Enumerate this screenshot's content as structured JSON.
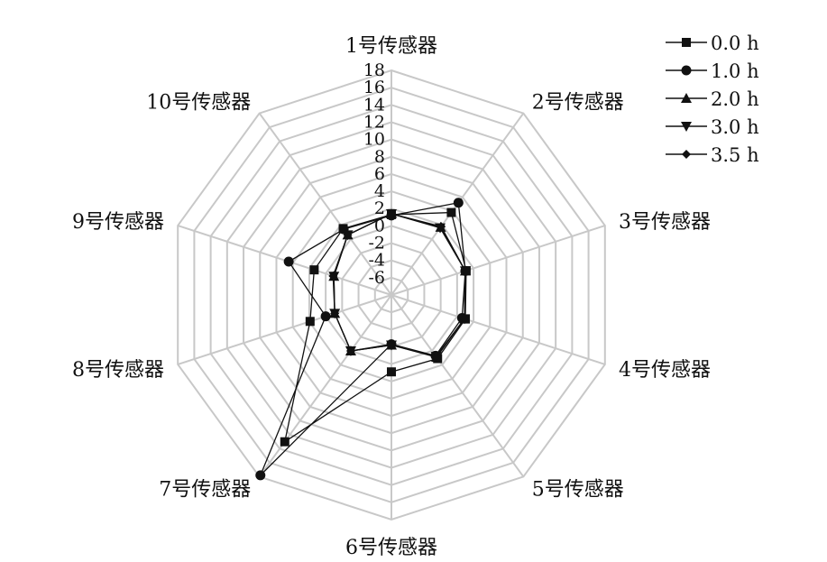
{
  "chart_data": {
    "type": "radar",
    "axes": [
      "1号传感器",
      "2号传感器",
      "3号传感器",
      "4号传感器",
      "5号传感器",
      "6号传感器",
      "7号传感器",
      "8号传感器",
      "9号传感器",
      "10号传感器"
    ],
    "ticks": [
      "18",
      "16",
      "14",
      "12",
      "10",
      "8",
      "6",
      "4",
      "2",
      "0",
      "-2",
      "-4",
      "-6"
    ],
    "tick_values": [
      18,
      16,
      14,
      12,
      10,
      8,
      6,
      4,
      2,
      0,
      -2,
      -4,
      -6
    ],
    "rlim": [
      -8,
      18
    ],
    "grid": true,
    "legend_position": "top-right",
    "series": [
      {
        "name": "0.0 h",
        "marker": "square",
        "values": [
          1.3,
          3.8,
          1.1,
          1.0,
          1.1,
          0.9,
          13.0,
          1.9,
          1.4,
          1.5
        ]
      },
      {
        "name": "1.0 h",
        "marker": "circle",
        "values": [
          1.2,
          5.2,
          1.0,
          0.6,
          0.7,
          -2.3,
          17.8,
          0.0,
          4.5,
          1.4
        ]
      },
      {
        "name": "2.0 h",
        "marker": "triangle-up",
        "values": [
          1.4,
          1.7,
          1.0,
          0.9,
          0.9,
          -2.2,
          0.0,
          -1.1,
          -1.0,
          0.6
        ]
      },
      {
        "name": "3.0 h",
        "marker": "triangle-down",
        "values": [
          1.4,
          1.6,
          1.0,
          0.9,
          0.8,
          -2.2,
          0.0,
          -1.1,
          -1.0,
          0.6
        ]
      },
      {
        "name": "3.5 h",
        "marker": "diamond",
        "values": [
          1.4,
          1.8,
          1.0,
          0.9,
          0.8,
          -2.3,
          0.0,
          -1.1,
          -0.9,
          0.6
        ]
      }
    ]
  }
}
